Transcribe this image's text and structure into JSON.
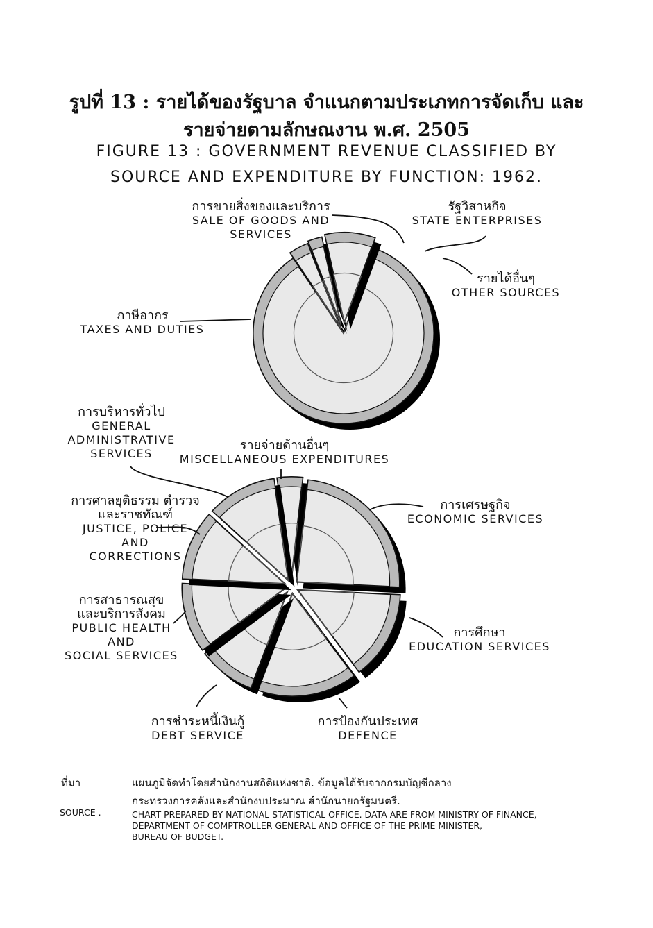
{
  "title_th_line1": "รูปที่ 13 : รายได้ของรัฐบาล จำแนกตามประเภทการจัดเก็บ และ",
  "title_th_line2": "รายจ่ายตามลักษณงาน พ.ศ. 2505",
  "title_en_line1": "FIGURE 13 :  GOVERNMENT REVENUE CLASSIFIED BY",
  "title_en_line2": "SOURCE AND EXPENDITURE BY FUNCTION: 1962.",
  "chart_data": [
    {
      "type": "pie",
      "title": "",
      "slices": [
        {
          "th": "ภาษีอากร",
          "en": "TAXES AND DUTIES",
          "value": 85.0
        },
        {
          "th": "การขายสิ่งของและบริการ",
          "en": "SALE OF GOODS AND\nSERVICES",
          "value": 3.5
        },
        {
          "th": "รัฐวิสาหกิจ",
          "en": "STATE ENTERPRISES",
          "value": 2.5
        },
        {
          "th": "รายได้อื่นๆ",
          "en": "OTHER SOURCES",
          "value": 9.0
        }
      ]
    },
    {
      "type": "pie",
      "title": "",
      "slices": [
        {
          "th": "รายจ่ายด้านอื่นๆ",
          "en": "MISCELLANEOUS EXPENDITURES",
          "value": 4.0
        },
        {
          "th": "การเศรษฐกิจ",
          "en": "ECONOMIC SERVICES",
          "value": 24.0
        },
        {
          "th": "การศึกษา",
          "en": "EDUCATION SERVICES",
          "value": 14.0
        },
        {
          "th": "การป้องกันประเทศ",
          "en": "DEFENCE",
          "value": 16.0
        },
        {
          "th": "การชำระหนี้เงินกู้",
          "en": "DEBT SERVICE",
          "value": 9.0
        },
        {
          "th": "การสาธารณสุขและบริการสังคม",
          "en": "PUBLIC HEALTH\nAND\nSOCIAL SERVICES",
          "value": 11.0
        },
        {
          "th": "การศาลยุติธรรม ตำรวจและราชทัณฑ์",
          "en": "JUSTICE, POLICE\nAND\nCORRECTIONS",
          "value": 11.0
        },
        {
          "th": "การบริหารทั่วไป",
          "en": "GENERAL\nADMINISTRATIVE\nSERVICES",
          "value": 11.0
        }
      ]
    }
  ],
  "labels": {
    "sale_th": "การขายสิ่งของและบริการ",
    "sale_en": "SALE OF GOODS AND\nSERVICES",
    "state_th": "รัฐวิสาหกิจ",
    "state_en": "STATE  ENTERPRISES",
    "other_th": "รายได้อื่นๆ",
    "other_en": "OTHER  SOURCES",
    "taxes_th": "ภาษีอากร",
    "taxes_en": "TAXES  AND  DUTIES",
    "genadmin_th": "การบริหารทั่วไป",
    "genadmin_en": "GENERAL\nADMINISTRATIVE\nSERVICES",
    "misc_th": "รายจ่ายด้านอื่นๆ",
    "misc_en": "MISCELLANEOUS  EXPENDITURES",
    "justice_th1": "การศาลยุติธรรม ตำรวจ",
    "justice_th2": "และราชทัณฑ์",
    "justice_en": "JUSTICE, POLICE\nAND\nCORRECTIONS",
    "econ_th": "การเศรษฐกิจ",
    "econ_en": "ECONOMIC  SERVICES",
    "health_th1": "การสาธารณสุข",
    "health_th2": "และบริการสังคม",
    "health_en": "PUBLIC HEALTH\nAND\nSOCIAL  SERVICES",
    "edu_th": "การศึกษา",
    "edu_en": "EDUCATION  SERVICES",
    "debt_th": "การชำระหนี้เงินกู้",
    "debt_en": "DEBT  SERVICE",
    "def_th": "การป้องกันประเทศ",
    "def_en": "DEFENCE"
  },
  "source": {
    "th_label": "ที่มา",
    "th_line1": "แผนภูมิจัดทำโดยสำนักงานสถิติแห่งชาติ.  ข้อมูลได้รับจากกรมบัญชีกลาง",
    "th_line2": "กระทรวงการคลังและสำนักงบประมาณ   สำนักนายกรัฐมนตรี.",
    "en_label": "SOURCE .",
    "en_line1": "CHART PREPARED BY NATIONAL STATISTICAL OFFICE. DATA ARE FROM MINISTRY OF FINANCE,",
    "en_line2": "DEPARTMENT OF COMPTROLLER GENERAL AND OFFICE OF THE PRIME MINISTER,",
    "en_line3": "BUREAU OF BUDGET."
  },
  "colors": {
    "ink": "#111111",
    "coin_face": "#e9e9e9",
    "shadow": "#000000"
  }
}
